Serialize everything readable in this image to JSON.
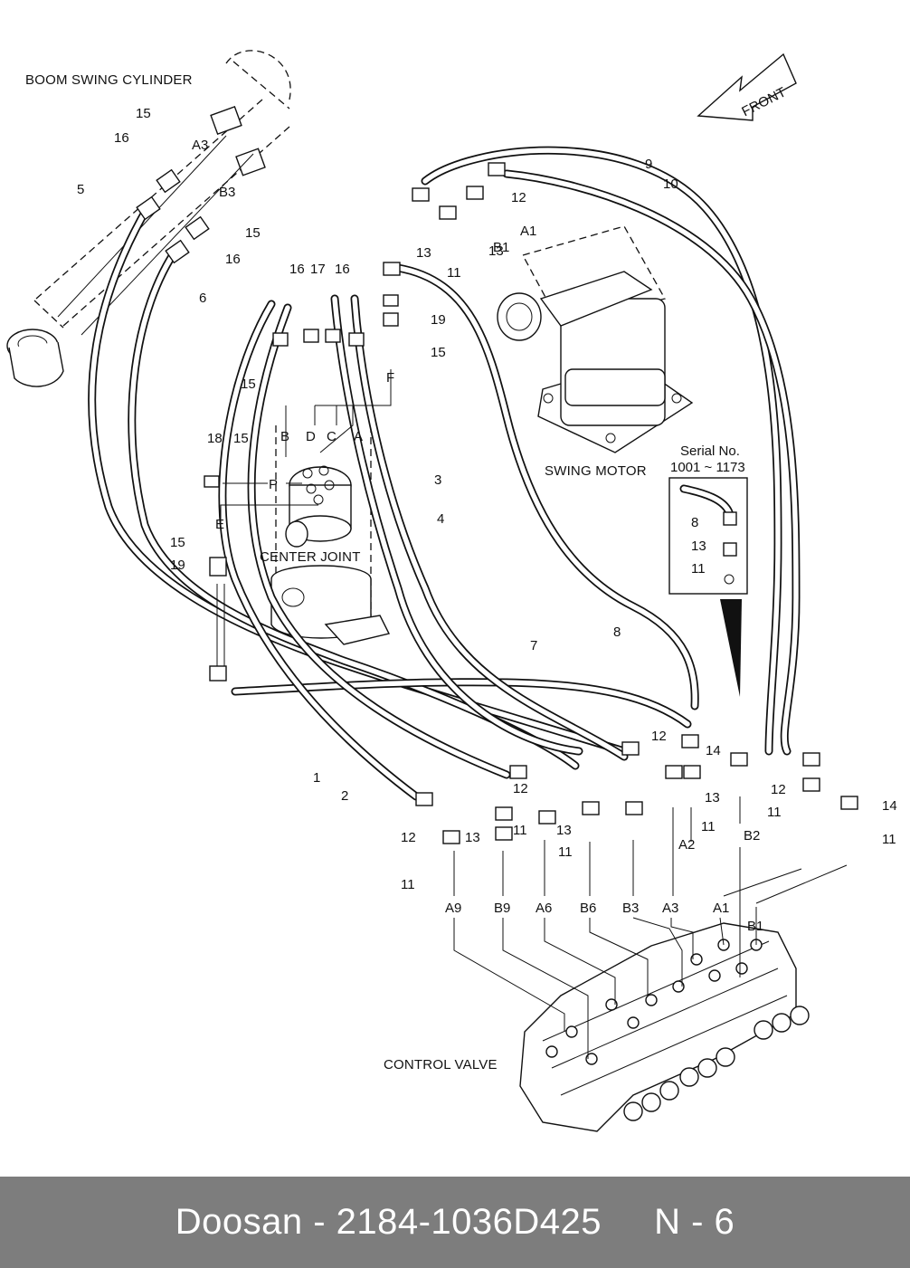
{
  "components": {
    "boom_swing_cylinder": "BOOM SWING CYLINDER",
    "swing_motor": "SWING MOTOR",
    "center_joint": "CENTER JOINT",
    "control_valve": "CONTROL VALVE",
    "front": "FRONT"
  },
  "serial_box": {
    "title": "Serial No.",
    "range": "1001 ~ 1173",
    "items": [
      "8",
      "13",
      "11"
    ]
  },
  "part_numbers": [
    "1",
    "2",
    "3",
    "4",
    "5",
    "6",
    "7",
    "8",
    "9",
    "10",
    "11",
    "12",
    "13",
    "14",
    "15",
    "16",
    "17",
    "18",
    "19"
  ],
  "port_labels": {
    "cylinder": [
      "A3",
      "B3"
    ],
    "swing_motor": [
      "A1",
      "B1"
    ],
    "center_joint": [
      "B",
      "D",
      "C",
      "A",
      "F",
      "P",
      "E"
    ],
    "hose_ends": [
      "A2",
      "B2"
    ],
    "control_valve": [
      "A9",
      "B9",
      "A6",
      "B6",
      "B3",
      "A3",
      "A1",
      "B1"
    ]
  },
  "footer": {
    "text": "Doosan - 2184-1036D425     N - 6"
  }
}
